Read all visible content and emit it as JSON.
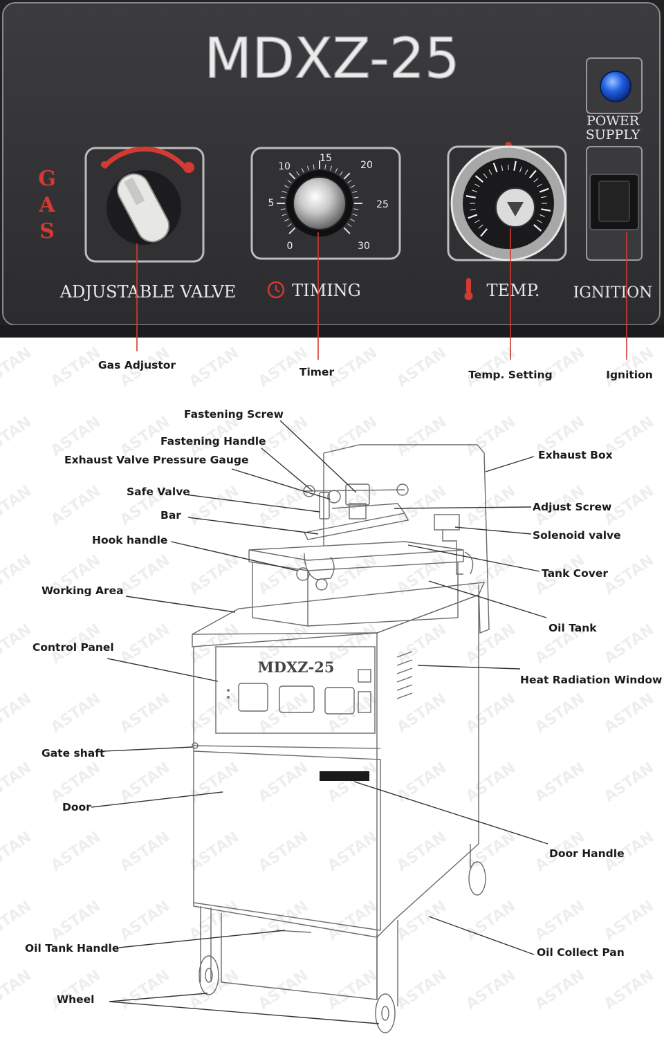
{
  "panel": {
    "model": "MDXZ-25",
    "gas_label": [
      "G",
      "A",
      "S"
    ],
    "adjustable_valve_label": "ADJUSTABLE VALVE",
    "timing_label": "TIMING",
    "temp_label": "TEMP.",
    "power_supply_label": [
      "POWER",
      "SUPPLY"
    ],
    "ignition_label": "IGNITION",
    "timer_scale": [
      "0",
      "5",
      "10",
      "15",
      "20",
      "25",
      "30"
    ],
    "watermark": "ASTAN",
    "colors": {
      "panel": "#333336",
      "label_red": "#d23a32",
      "power_lamp": "#1f5fe0"
    }
  },
  "panel_callouts": {
    "gas_adjustor": "Gas Adjustor",
    "timer": "Timer",
    "temp_setting": "Temp. Setting",
    "ignition": "Ignition"
  },
  "machine": {
    "model": "MDXZ-25"
  },
  "parts": {
    "fastening_screw": "Fastening Screw",
    "fastening_handle": "Fastening Handle",
    "exhaust_valve_pressure_gauge": "Exhaust Valve Pressure Gauge",
    "safe_valve": "Safe Valve",
    "bar": "Bar",
    "hook_handle": "Hook handle",
    "working_area": "Working Area",
    "control_panel": "Control Panel",
    "gate_shaft": "Gate shaft",
    "door": "Door",
    "oil_tank_handle": "Oil Tank Handle",
    "wheel": "Wheel",
    "exhaust_box": "Exhaust Box",
    "adjust_screw": "Adjust Screw",
    "solenoid_valve": "Solenoid valve",
    "tank_cover": "Tank Cover",
    "oil_tank": "Oil Tank",
    "heat_radiation_window": "Heat Radiation Window",
    "door_handle": "Door Handle",
    "oil_collect_pan": "Oil Collect Pan"
  }
}
